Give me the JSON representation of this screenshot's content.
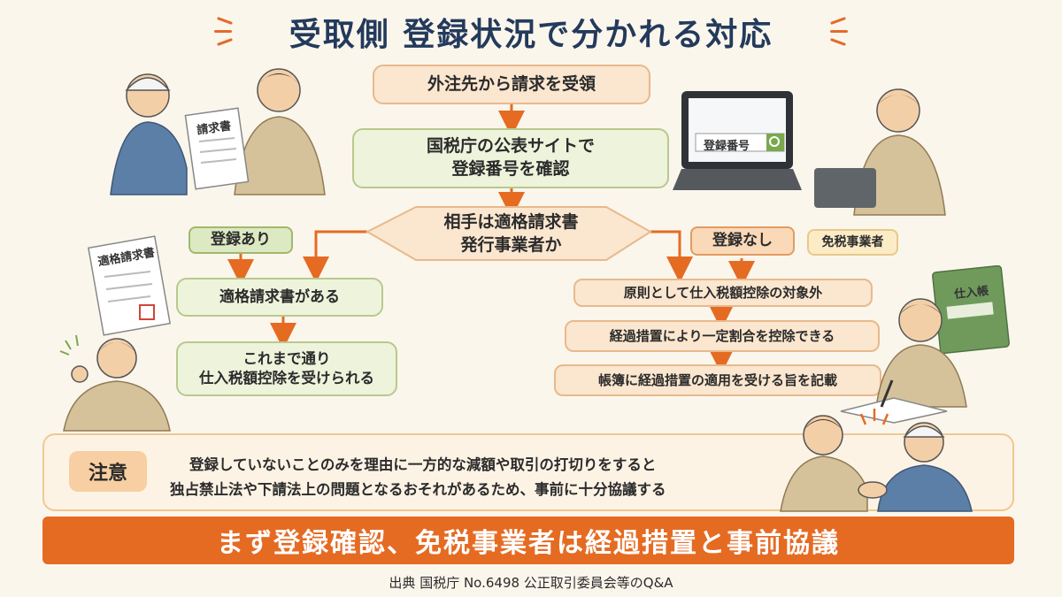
{
  "title": "受取側 登録状況で分かれる対応",
  "flow": {
    "step1": "外注先から請求を受領",
    "step2_line1": "国税庁の公表サイトで",
    "step2_line2": "登録番号を確認",
    "decision_line1": "相手は適格請求書",
    "decision_line2": "発行事業者か",
    "yes_tag": "登録あり",
    "yes_step1": "適格請求書がある",
    "yes_step2_line1": "これまで通り",
    "yes_step2_line2": "仕入税額控除を受けられる",
    "no_tag": "登録なし",
    "exempt_tag": "免税事業者",
    "no_step1": "原則として仕入税額控除の対象外",
    "no_step2": "経過措置により一定割合を控除できる",
    "no_step3": "帳簿に経過措置の適用を受ける旨を記載"
  },
  "illustrations": {
    "invoice_label": "請求書",
    "qualified_invoice_label": "適格請求書",
    "search_box_label": "登録番号",
    "ledger_label": "仕入帳"
  },
  "note": {
    "label": "注意",
    "line1": "登録していないことのみを理由に一方的な減額や取引の打切りをすると",
    "line2": "独占禁止法や下請法上の問題となるおそれがあるため、事前に十分協議する"
  },
  "banner": "まず登録確認、免税事業者は経過措置と事前協議",
  "source": "出典 国税庁 No.6498 公正取引委員会等のQ&A",
  "colors": {
    "accent": "#e56b23",
    "title": "#233a5c",
    "green_box": "#eef3dc",
    "peach_box": "#fbe6cf"
  }
}
